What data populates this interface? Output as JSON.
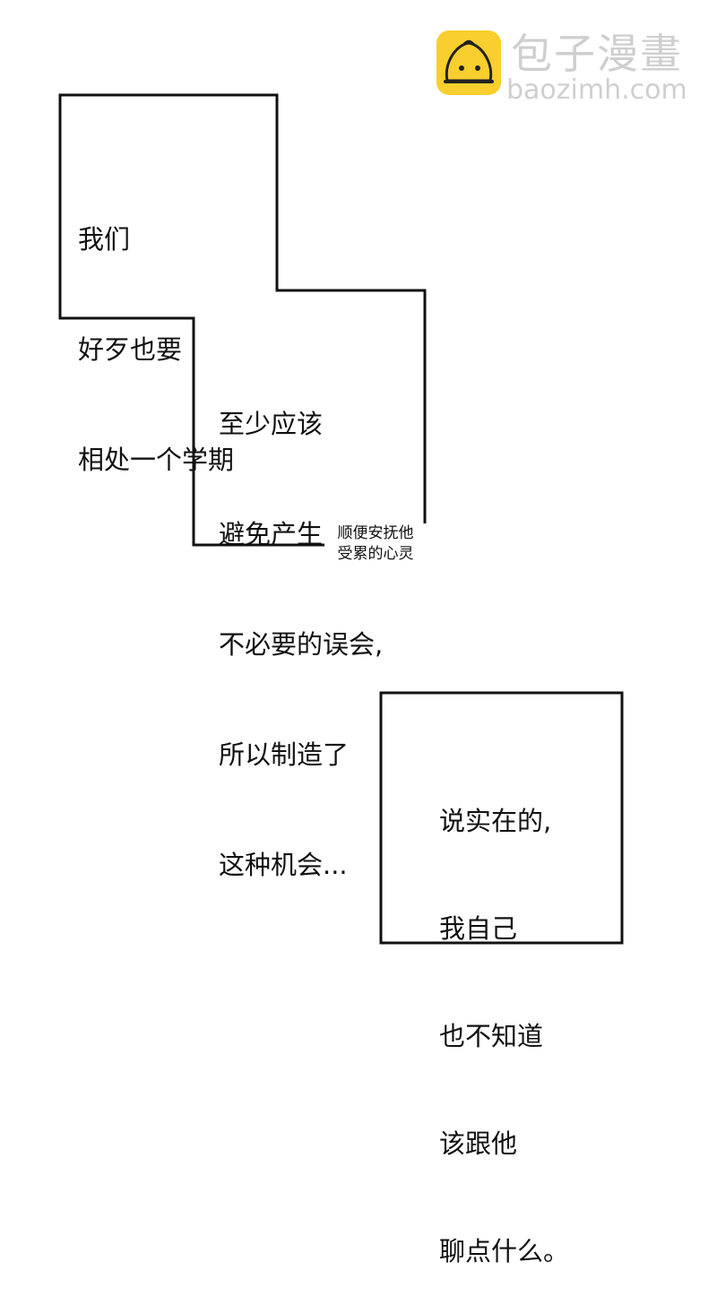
{
  "watermark": {
    "title": "包子漫畫",
    "url": "baozimh.com"
  },
  "panel1": {
    "lines": [
      "我们",
      "好歹也要",
      "相处一个学期"
    ]
  },
  "panel2": {
    "lines": [
      "至少应该",
      "避免产生",
      "不必要的误会,",
      "所以制造了",
      "这种机会..."
    ]
  },
  "note": {
    "lines": [
      "顺便安抚他",
      "受累的心灵"
    ]
  },
  "panel3": {
    "lines": [
      "说实在的,",
      "我自己",
      "也不知道",
      "该跟他",
      "聊点什么。"
    ]
  }
}
